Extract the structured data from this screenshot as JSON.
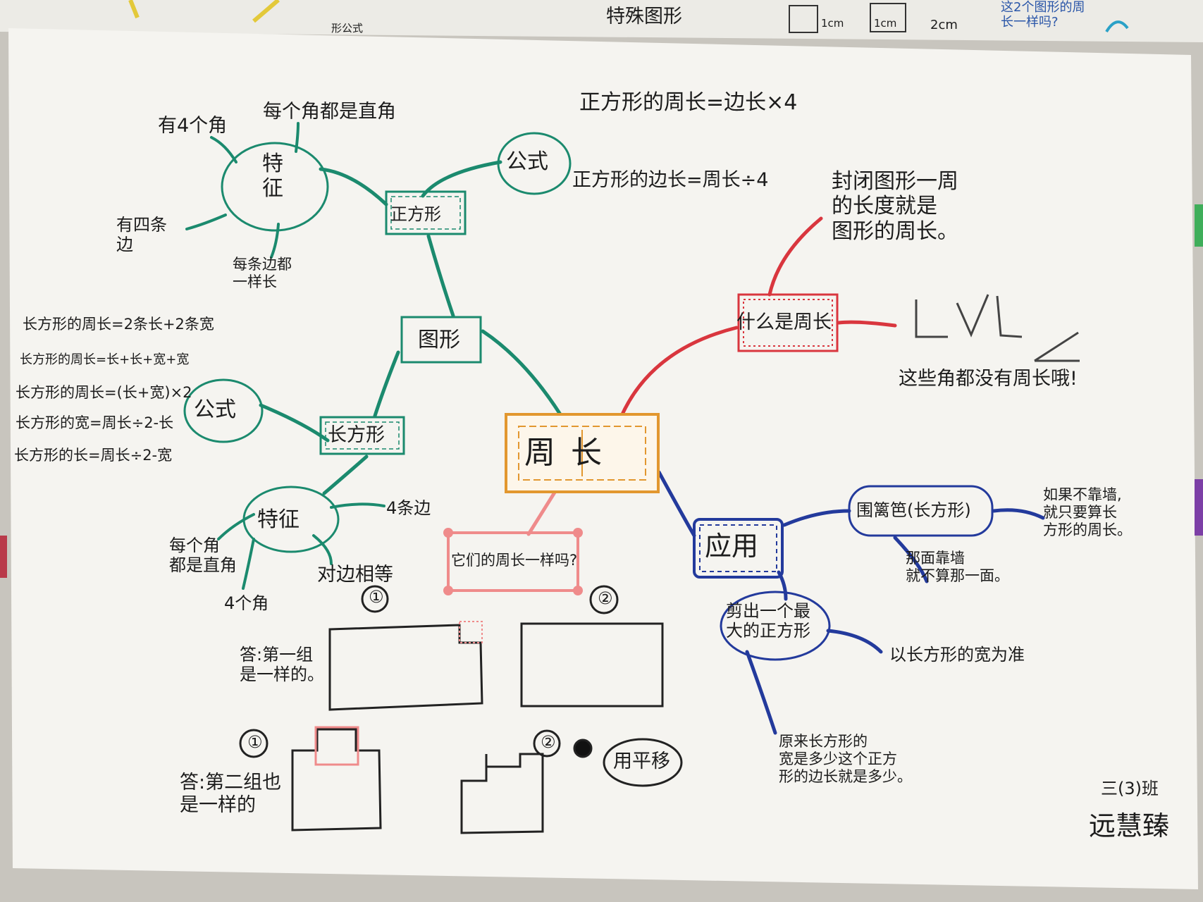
{
  "top_strip": {
    "formula_label": "形公式",
    "special_shape": "特殊图形",
    "unit_1cm_a": "1cm",
    "unit_1cm_b": "1cm",
    "unit_2cm": "2cm",
    "question": "这2个图形的周\n长一样吗?"
  },
  "center": {
    "title": "周 长"
  },
  "top_formula": "正方形的周长=边长×4",
  "square_branch": {
    "label": "正方形",
    "features_label": "特\n征",
    "f1": "有4个角",
    "f2": "每个角都是直角",
    "f3": "有四条\n边",
    "f4": "每条边都\n一样长",
    "formula_label": "公式",
    "formula": "正方形的边长=周长÷4"
  },
  "shapes_node": "图形",
  "rect_branch": {
    "label": "长方形",
    "formula_label": "公式",
    "formulas": [
      "长方形的周长=2条长+2条宽",
      "长方形的周长=长+长+宽+宽",
      "长方形的周长=(长+宽)×2",
      "长方形的宽=周长÷2-长",
      "长方形的长=周长÷2-宽"
    ],
    "features_label": "特征",
    "f1": "4条边",
    "f2": "每个角\n都是直角",
    "f3": "4个角",
    "f4": "对边相等"
  },
  "definition": {
    "label": "什么是周长",
    "text": "封闭图形一周\n的长度就是\n图形的周长。",
    "angles_note": "这些角都没有周长哦!"
  },
  "question_box": {
    "label": "它们的周长一样吗?"
  },
  "group1": {
    "n1": "①",
    "n2": "②",
    "answer": "答:第一组\n是一样的。"
  },
  "group2": {
    "n1": "①",
    "n2": "②",
    "answer": "答:第二组也\n是一样的",
    "translate": "用平移"
  },
  "application": {
    "label": "应用",
    "fence": "围篱笆(长方形)",
    "fence_note1": "如果不靠墙,\n就只要算长\n方形的周长。",
    "fence_note2": "那面靠墙\n就不算那一面。",
    "cut": "剪出一个最\n大的正方形",
    "cut_note1": "以长方形的宽为准",
    "cut_note2": "原来长方形的\n宽是多少这个正方\n形的边长就是多少。"
  },
  "signature": {
    "class": "三(3)班",
    "name": "远慧臻"
  },
  "colors": {
    "paper": "#f5f4f0",
    "green": "#1b8a6e",
    "red": "#d9363e",
    "blue": "#233a9c",
    "orange": "#e2972f",
    "pink": "#ef8b8b",
    "ink": "#1c1c1c"
  }
}
